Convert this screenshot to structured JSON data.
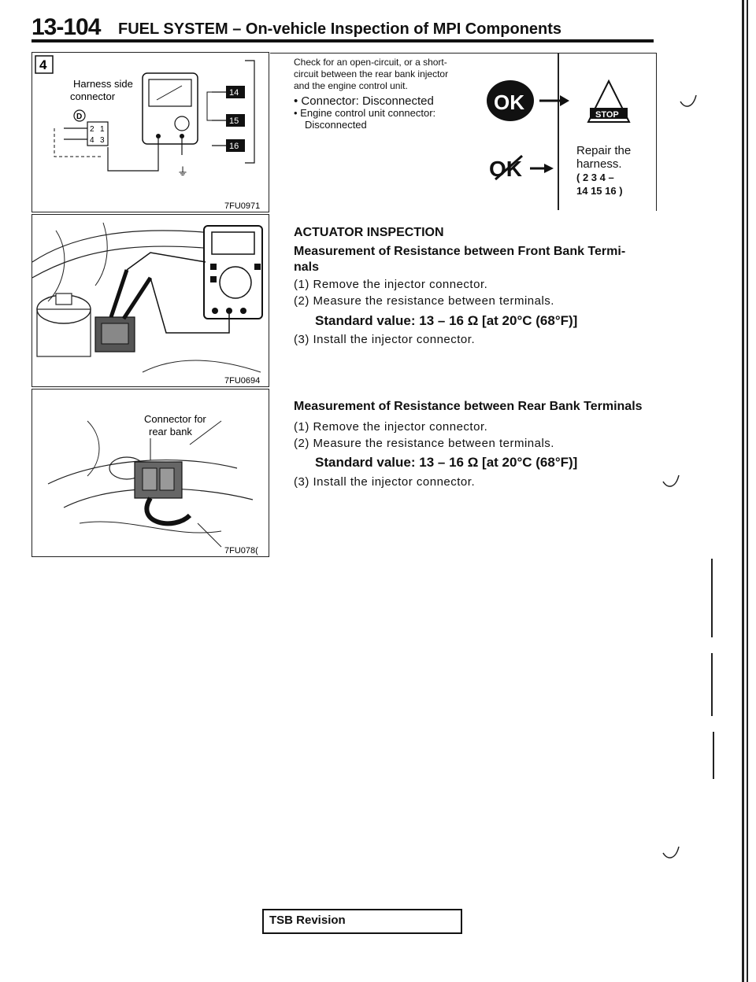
{
  "header": {
    "page_number": "13-104",
    "title": "FUEL SYSTEM – On-vehicle Inspection of MPI Components"
  },
  "figures": {
    "fig1": {
      "step_number": "4",
      "label_line1": "Harness side",
      "label_line2": "connector",
      "code": "7FU0971",
      "pins_left": [
        "2",
        "1",
        "4",
        "3"
      ],
      "pins_right": [
        "14",
        "15",
        "16"
      ]
    },
    "fig2": {
      "code": "7FU0694"
    },
    "fig3": {
      "label_line1": "Connector for",
      "label_line2": "rear bank",
      "code": "7FU078("
    }
  },
  "check": {
    "line1": "Check for an open-circuit, or a short-",
    "line2": "circuit between the rear bank injector",
    "line3": "and the engine control unit.",
    "bullet1": "Connector: Disconnected",
    "bullet2": "Engine control unit connector:",
    "bullet2b": "Disconnected",
    "ok_label": "OK",
    "stop_label": "STOP",
    "ng_label": "OK",
    "repair_line1": "Repair the",
    "repair_line2": "harness.",
    "repair_line3": "( 2 3 4 –",
    "repair_line4": "14 15 16 )"
  },
  "actuator": {
    "heading": "ACTUATOR INSPECTION",
    "front": {
      "title_line1": "Measurement of Resistance between Front Bank Termi-",
      "title_line2": "nals",
      "step1": "(1) Remove the injector connector.",
      "step2": "(2) Measure the resistance between terminals.",
      "standard": "Standard value: 13 – 16 Ω [at 20°C (68°F)]",
      "step3": "(3) Install the injector connector."
    },
    "rear": {
      "title": "Measurement of Resistance between Rear Bank Terminals",
      "step1": "(1) Remove the injector connector.",
      "step2": "(2) Measure the resistance between terminals.",
      "standard": "Standard value: 13 – 16 Ω [at 20°C (68°F)]",
      "step3": "(3) Install the injector connector."
    }
  },
  "footer": {
    "tsb": "TSB Revision"
  }
}
